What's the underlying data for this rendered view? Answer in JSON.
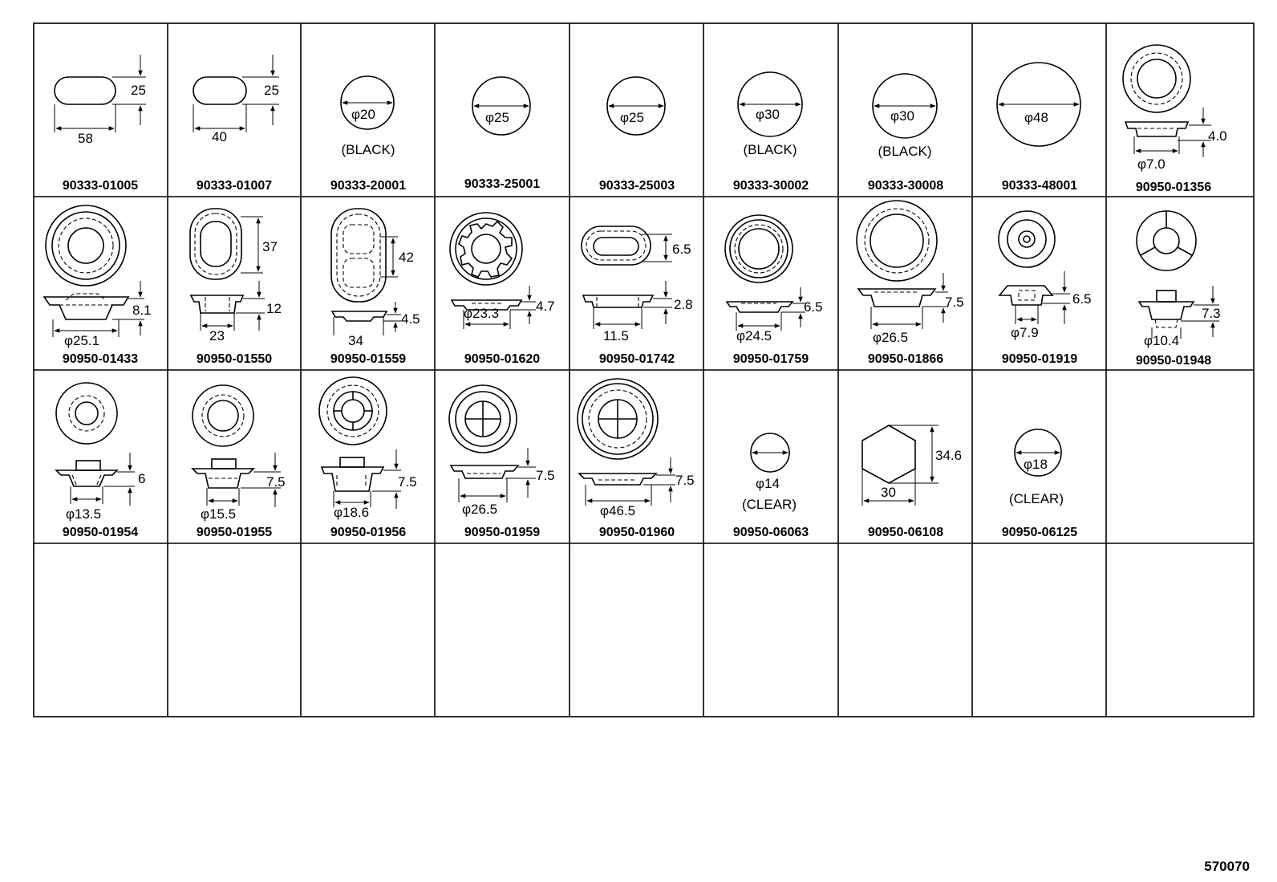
{
  "diagram_code": "570070",
  "colors": {
    "line": "#000000",
    "paper": "#ffffff"
  },
  "rows": [
    [
      {
        "part": "90333-01005",
        "dims": [
          "25",
          "58"
        ],
        "note": ""
      },
      {
        "part": "90333-01007",
        "dims": [
          "25",
          "40"
        ],
        "note": ""
      },
      {
        "part": "90333-20001",
        "dims": [
          "φ20"
        ],
        "note": "(BLACK)"
      },
      {
        "part": "90333-25001",
        "dims": [
          "φ25"
        ],
        "note": ""
      },
      {
        "part": "90333-25003",
        "dims": [
          "φ25"
        ],
        "note": ""
      },
      {
        "part": "90333-30002",
        "dims": [
          "φ30"
        ],
        "note": "(BLACK)"
      },
      {
        "part": "90333-30008",
        "dims": [
          "φ30"
        ],
        "note": "(BLACK)"
      },
      {
        "part": "90333-48001",
        "dims": [
          "φ48"
        ],
        "note": ""
      },
      {
        "part": "90950-01356",
        "dims": [
          "4.0",
          "φ7.0"
        ],
        "note": ""
      }
    ],
    [
      {
        "part": "90950-01433",
        "dims": [
          "8.1",
          "φ25.1"
        ],
        "note": ""
      },
      {
        "part": "90950-01550",
        "dims": [
          "37",
          "12",
          "23"
        ],
        "note": ""
      },
      {
        "part": "90950-01559",
        "dims": [
          "42",
          "4.5",
          "34"
        ],
        "note": ""
      },
      {
        "part": "90950-01620",
        "dims": [
          "4.7",
          "φ23.3"
        ],
        "note": ""
      },
      {
        "part": "90950-01742",
        "dims": [
          "6.5",
          "2.8",
          "11.5"
        ],
        "note": ""
      },
      {
        "part": "90950-01759",
        "dims": [
          "6.5",
          "φ24.5"
        ],
        "note": ""
      },
      {
        "part": "90950-01866",
        "dims": [
          "7.5",
          "φ26.5"
        ],
        "note": ""
      },
      {
        "part": "90950-01919",
        "dims": [
          "6.5",
          "φ7.9"
        ],
        "note": ""
      },
      {
        "part": "90950-01948",
        "dims": [
          "7.3",
          "φ10.4"
        ],
        "note": ""
      }
    ],
    [
      {
        "part": "90950-01954",
        "dims": [
          "6",
          "φ13.5"
        ],
        "note": ""
      },
      {
        "part": "90950-01955",
        "dims": [
          "7.5",
          "φ15.5"
        ],
        "note": ""
      },
      {
        "part": "90950-01956",
        "dims": [
          "7.5",
          "φ18.6"
        ],
        "note": ""
      },
      {
        "part": "90950-01959",
        "dims": [
          "7.5",
          "φ26.5"
        ],
        "note": ""
      },
      {
        "part": "90950-01960",
        "dims": [
          "7.5",
          "φ46.5"
        ],
        "note": ""
      },
      {
        "part": "90950-06063",
        "dims": [
          "φ14"
        ],
        "note": "(CLEAR)"
      },
      {
        "part": "90950-06108",
        "dims": [
          "34.6",
          "30"
        ],
        "note": ""
      },
      {
        "part": "90950-06125",
        "dims": [
          "φ18"
        ],
        "note": "(CLEAR)"
      }
    ]
  ]
}
